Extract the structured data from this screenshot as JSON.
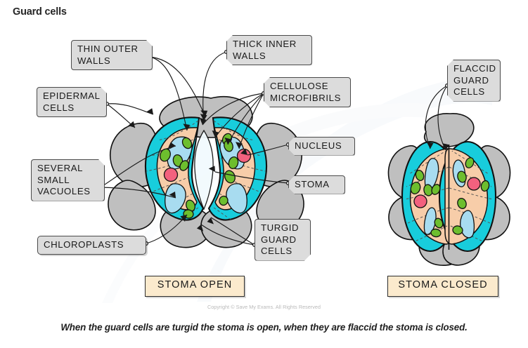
{
  "page": {
    "title": "Guard cells",
    "background_color": "#ffffff",
    "caption": "When the guard cells are turgid the stoma is open, when they are flaccid the stoma is closed.",
    "copyright": "Copyright © Save My Exams. All Rights Reserved"
  },
  "palette": {
    "cell_wall_cyan": "#18CDDC",
    "cytoplasm_peach": "#F7CDA9",
    "vacuole_blue": "#A8DCF0",
    "chloroplast_green": "#6DBE2E",
    "nucleus_pink": "#F2617E",
    "epidermal_grey": "#BFBFBF",
    "tag_fill": "#DCDCDC",
    "tag_border": "#4A4A4A",
    "state_fill": "#FBEACD",
    "state_border": "#2C2C2C",
    "outline": "#111111"
  },
  "labels": [
    {
      "id": "thin-outer-walls",
      "lines": [
        "THIN  OUTER",
        "WALLS"
      ]
    },
    {
      "id": "thick-inner-walls",
      "lines": [
        "THICK  INNER",
        "WALLS"
      ]
    },
    {
      "id": "epidermal-cells",
      "lines": [
        "EPIDERMAL",
        "CELLS"
      ]
    },
    {
      "id": "cellulose-microfibrils",
      "lines": [
        "CELLULOSE",
        "MICROFIBRILS"
      ]
    },
    {
      "id": "nucleus",
      "lines": [
        "NUCLEUS"
      ]
    },
    {
      "id": "stoma",
      "lines": [
        "STOMA"
      ]
    },
    {
      "id": "several-small-vacuoles",
      "lines": [
        "SEVERAL",
        "SMALL",
        "VACUOLES"
      ]
    },
    {
      "id": "chloroplasts",
      "lines": [
        "CHLOROPLASTS"
      ]
    },
    {
      "id": "turgid-guard-cells",
      "lines": [
        "TURGID",
        "GUARD",
        "CELLS"
      ]
    },
    {
      "id": "flaccid-guard-cells",
      "lines": [
        "FLACCID",
        "GUARD",
        "CELLS"
      ]
    }
  ],
  "label_text": {
    "thin_outer_walls_l1": "THIN  OUTER",
    "thin_outer_walls_l2": "WALLS",
    "thick_inner_walls_l1": "THICK  INNER",
    "thick_inner_walls_l2": "WALLS",
    "epidermal_cells_l1": "EPIDERMAL",
    "epidermal_cells_l2": "CELLS",
    "cellulose_microfibrils_l1": "CELLULOSE",
    "cellulose_microfibrils_l2": "MICROFIBRILS",
    "nucleus": "NUCLEUS",
    "stoma": "STOMA",
    "several_small_vacuoles_l1": "SEVERAL",
    "several_small_vacuoles_l2": "SMALL",
    "several_small_vacuoles_l3": "VACUOLES",
    "chloroplasts": "CHLOROPLASTS",
    "turgid_guard_cells_l1": "TURGID",
    "turgid_guard_cells_l2": "GUARD",
    "turgid_guard_cells_l3": "CELLS",
    "flaccid_guard_cells_l1": "FLACCID",
    "flaccid_guard_cells_l2": "GUARD",
    "flaccid_guard_cells_l3": "CELLS"
  },
  "state_boxes": {
    "open": "STOMA  OPEN",
    "closed": "STOMA  CLOSED"
  },
  "diagrams": [
    {
      "id": "stoma-open",
      "state": "open",
      "state_label": "STOMA  OPEN",
      "structures": [
        "epidermal cells",
        "guard cells",
        "cell wall",
        "cytoplasm",
        "vacuoles",
        "chloroplasts",
        "nucleus",
        "stomatal pore"
      ]
    },
    {
      "id": "stoma-closed",
      "state": "closed",
      "state_label": "STOMA  CLOSED",
      "structures": [
        "epidermal cells",
        "guard cells",
        "cell wall",
        "cytoplasm",
        "vacuoles",
        "chloroplasts",
        "nucleus"
      ]
    }
  ]
}
